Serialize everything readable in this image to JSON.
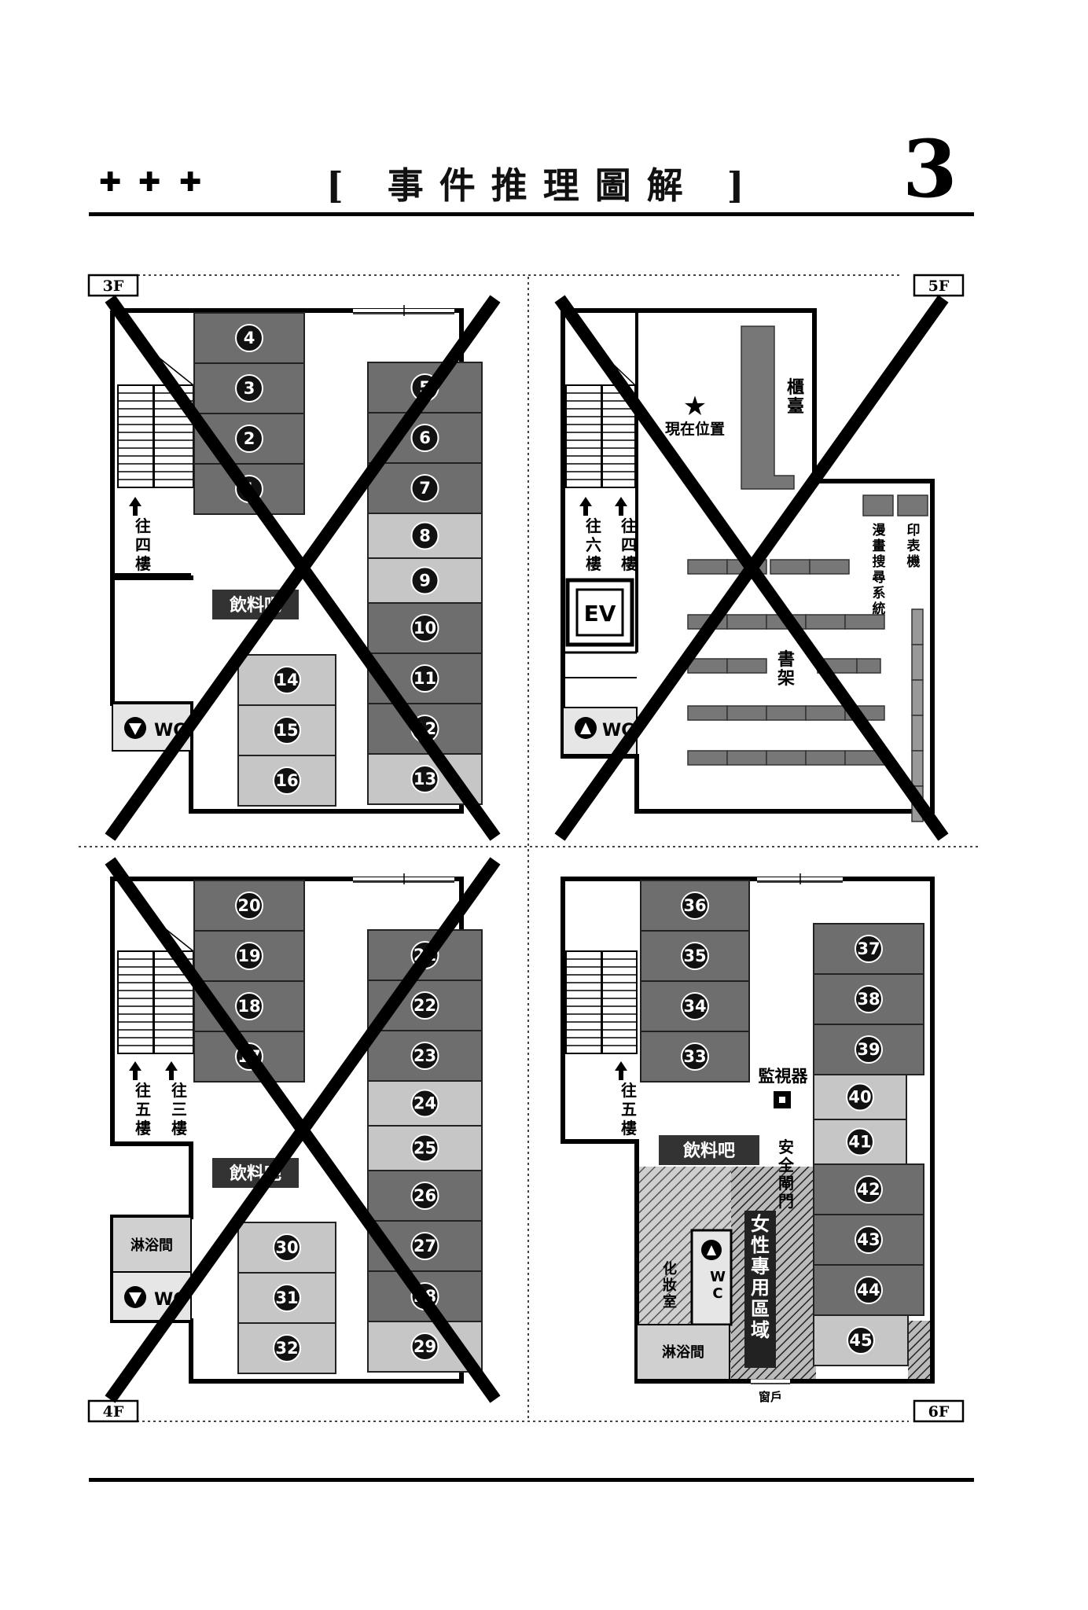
{
  "header": {
    "marks": [
      "✚",
      "✚",
      "✚"
    ],
    "title": "[ 事件推理圖解 ]",
    "page_number": "3"
  },
  "floors": [
    {
      "tag": "3F",
      "crossed_out": true,
      "rooms_left": [
        "4",
        "3",
        "2",
        "1"
      ],
      "rooms_right": [
        "5",
        "6",
        "7",
        "8",
        "9",
        "10",
        "11",
        "12",
        "13"
      ],
      "rooms_mid": [
        "14",
        "15",
        "16"
      ],
      "stairs_labels": [
        "往四樓"
      ],
      "drink_bar": "飲料吧",
      "wc": "WC"
    },
    {
      "tag": "5F",
      "crossed_out": true,
      "current_position": "現在位置",
      "counter": "櫃臺",
      "stairs_labels": [
        "往六樓",
        "往四樓"
      ],
      "elevator": "EV",
      "printer": "印表機",
      "manga_search": "漫畫搜尋系統",
      "bookshelf": "書架",
      "wc": "WC"
    },
    {
      "tag": "4F",
      "crossed_out": true,
      "rooms_left": [
        "20",
        "19",
        "18",
        "17"
      ],
      "rooms_right": [
        "21",
        "22",
        "23",
        "24",
        "25",
        "26",
        "27",
        "28",
        "29"
      ],
      "rooms_mid": [
        "30",
        "31",
        "32"
      ],
      "stairs_labels": [
        "往五樓",
        "往三樓"
      ],
      "drink_bar": "飲料吧",
      "shower": "淋浴間",
      "wc": "WC"
    },
    {
      "tag": "6F",
      "crossed_out": false,
      "rooms_left": [
        "36",
        "35",
        "34",
        "33"
      ],
      "rooms_right": [
        "37",
        "38",
        "39",
        "40",
        "41",
        "42",
        "43",
        "44",
        "45"
      ],
      "stairs_labels": [
        "往五樓"
      ],
      "monitor": "監視器",
      "drink_bar": "飲料吧",
      "security_gate": "安全閘門",
      "women_only": "女性專用區域",
      "powder_room": "化妝室",
      "wc": "WC",
      "shower": "淋浴間",
      "window": "窗戶"
    }
  ]
}
